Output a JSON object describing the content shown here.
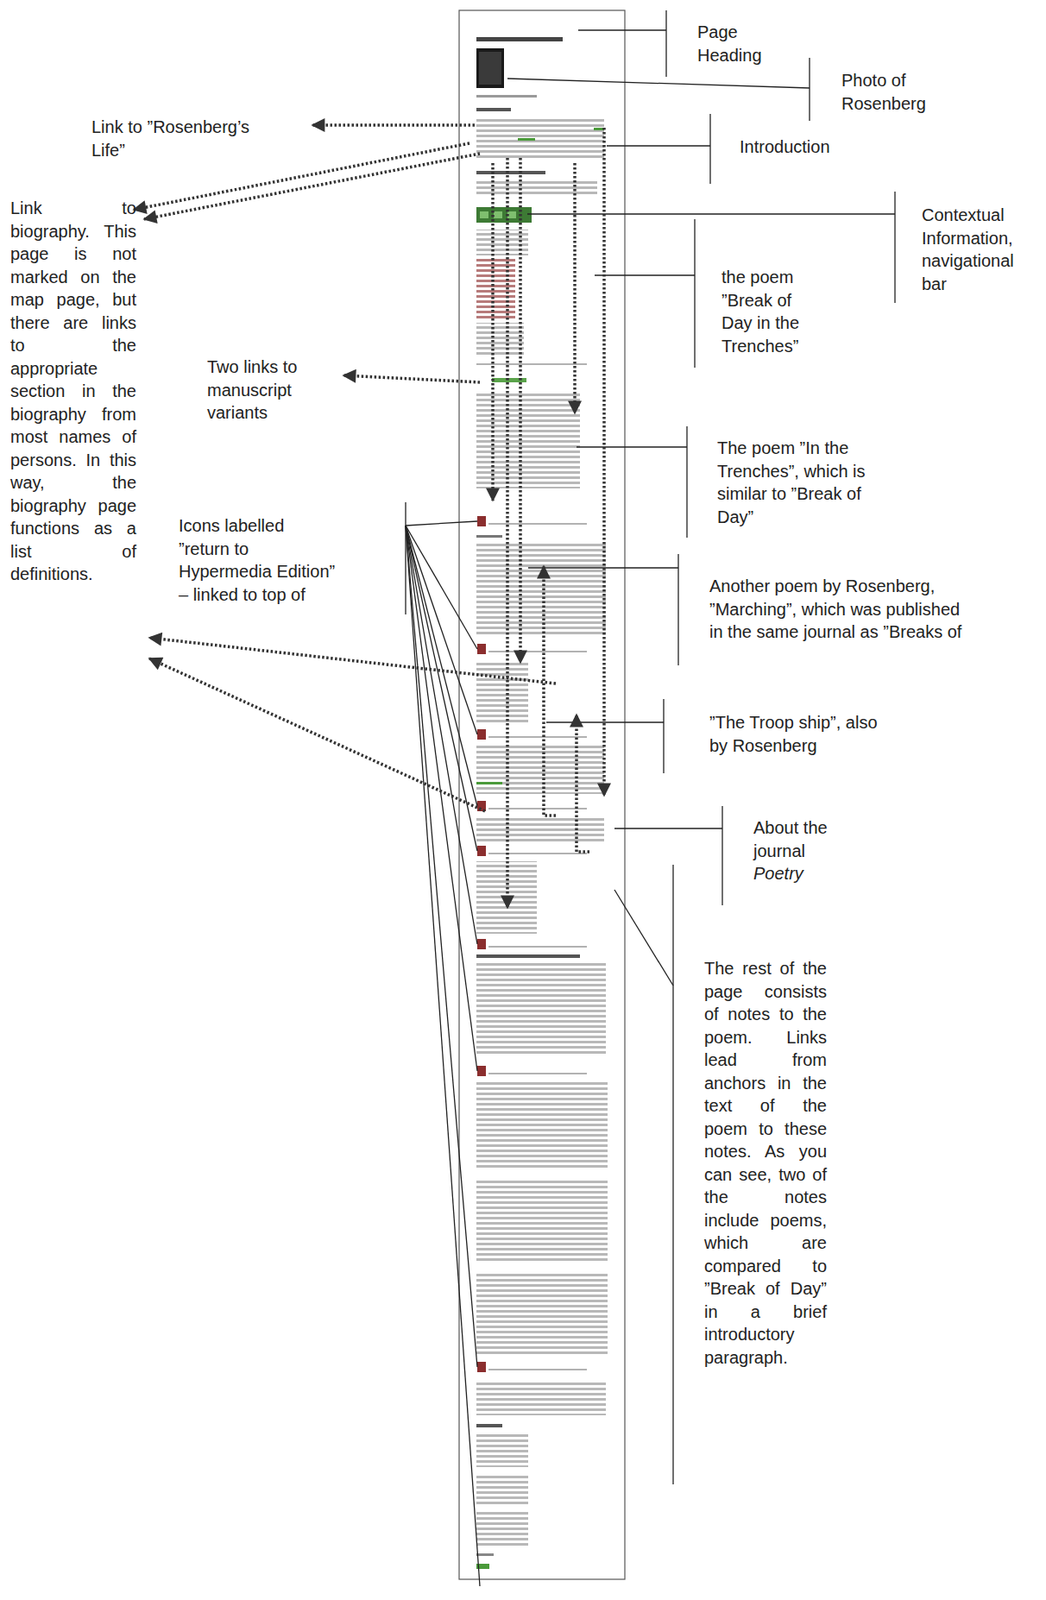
{
  "diagram": {
    "labels": [
      "Page Heading",
      "Photo of Rosenberg",
      "Link to ”Rosenberg’s Life”",
      "Introduction",
      "Link to biography. This page is not marked on the map page, but there are links to the appropriate section in the biography from most names of persons. In this way, the biography page functions as a list of definitions.",
      "Contextual Information, navigational bar",
      "the poem ”Break of Day in the Trenches”",
      "Two links to manuscript variants",
      "The poem ”In the Trenches”, which is similar to ”Break of Day”",
      "Icons labelled ”return to Hypermedia Edition” – linked to top of",
      "Another poem by Rosenberg, ”Marching”, which was published in the same journal as ”Breaks of",
      "”The Troop ship”, also by Rosenberg",
      "About the journal",
      "Poetry",
      "The rest of the page consists of notes to the poem. Links lead from anchors in the text of the poem to these notes. As you can see, two of the notes include poems, which are compared to ”Break of Day” in a brief introductory paragraph."
    ]
  }
}
